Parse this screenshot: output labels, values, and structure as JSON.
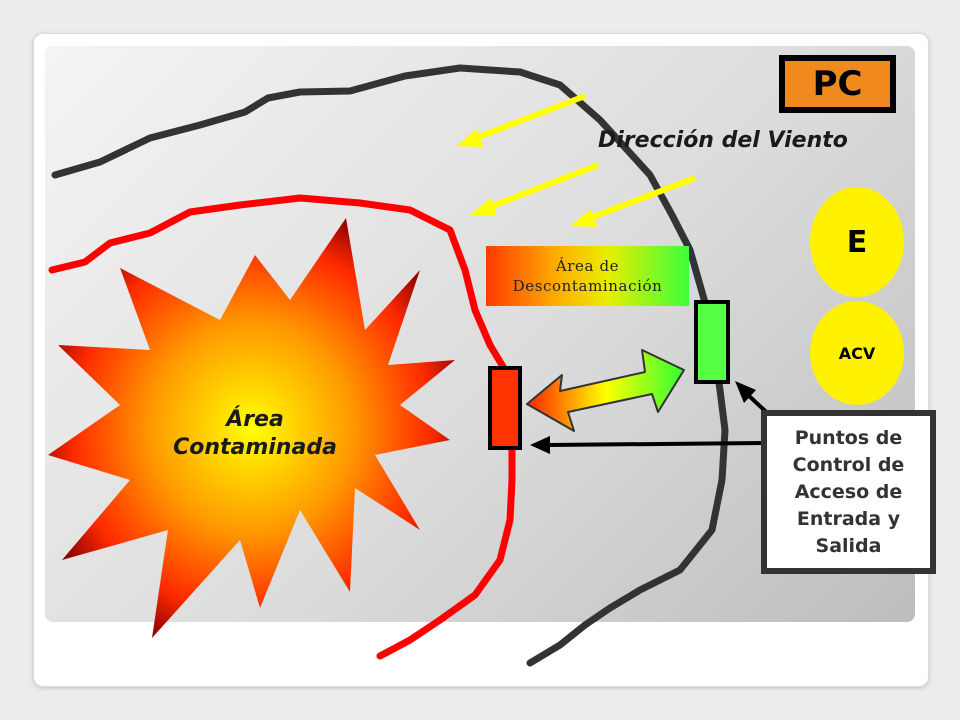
{
  "pc_label": "PC",
  "wind_label": "Dirección del Viento",
  "decon_area": {
    "line1": "Área de",
    "line2": "Descontaminación"
  },
  "circles": {
    "e": "E",
    "acv": "ACV"
  },
  "contaminated_area": {
    "line1": "Área",
    "line2": "Contaminada"
  },
  "checkpoints": {
    "lines": [
      "Puntos de",
      "Control de",
      "Acceso de",
      "Entrada y",
      "Salida"
    ]
  },
  "colors": {
    "wind_arrow": "#ffff00",
    "hot_zone_line": "#ff0000",
    "warm_zone_line": "#333333",
    "entry_point": "#ff3300",
    "exit_point": "#55ff44",
    "pc_box": "#f08a1e",
    "circles": "#fff200"
  }
}
